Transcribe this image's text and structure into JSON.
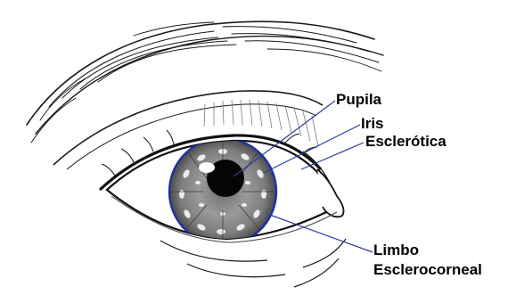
{
  "labels": {
    "pupila": "Pupila",
    "iris": "Iris",
    "esclerotica": "Esclerótica",
    "limbo_line1": "Limbo",
    "limbo_line2": "Esclerocorneal"
  },
  "colors": {
    "leader_line": "#2b3aa0",
    "limbus_ring": "#1f2fa8",
    "ink": "#111111"
  }
}
